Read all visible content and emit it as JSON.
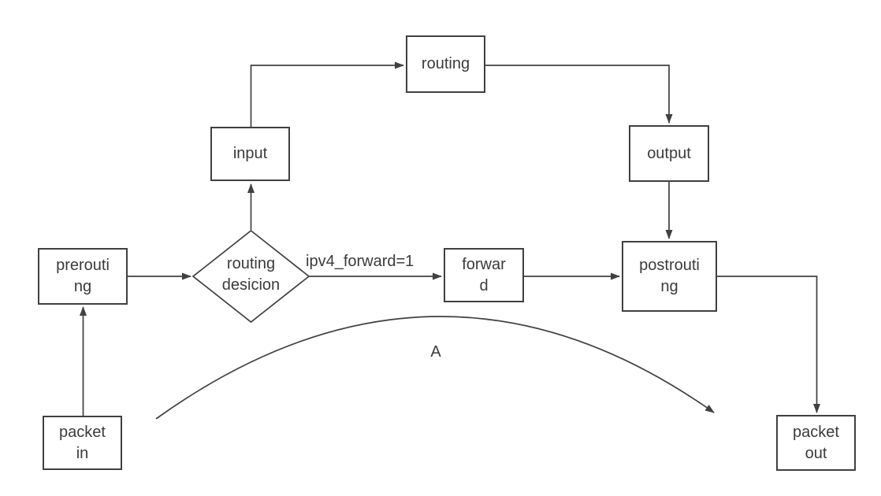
{
  "colors": {
    "line": "#404040",
    "text": "#3b3b3b",
    "background": "#ffffff"
  },
  "nodes": {
    "routing": {
      "label": "routing"
    },
    "input": {
      "label": "input"
    },
    "output": {
      "label": "output"
    },
    "prerouting": {
      "line1": "prerouti",
      "line2": "ng"
    },
    "decision": {
      "line1": "routing",
      "line2": "desicion"
    },
    "forward": {
      "line1": "forwar",
      "line2": "d"
    },
    "postrouting": {
      "line1": "postrouti",
      "line2": "ng"
    },
    "packet_in": {
      "line1": "packet",
      "line2": "in"
    },
    "packet_out": {
      "line1": "packet",
      "line2": "out"
    }
  },
  "edge_labels": {
    "ipv4_forward": "ipv4_forward=1",
    "curve": "A"
  }
}
